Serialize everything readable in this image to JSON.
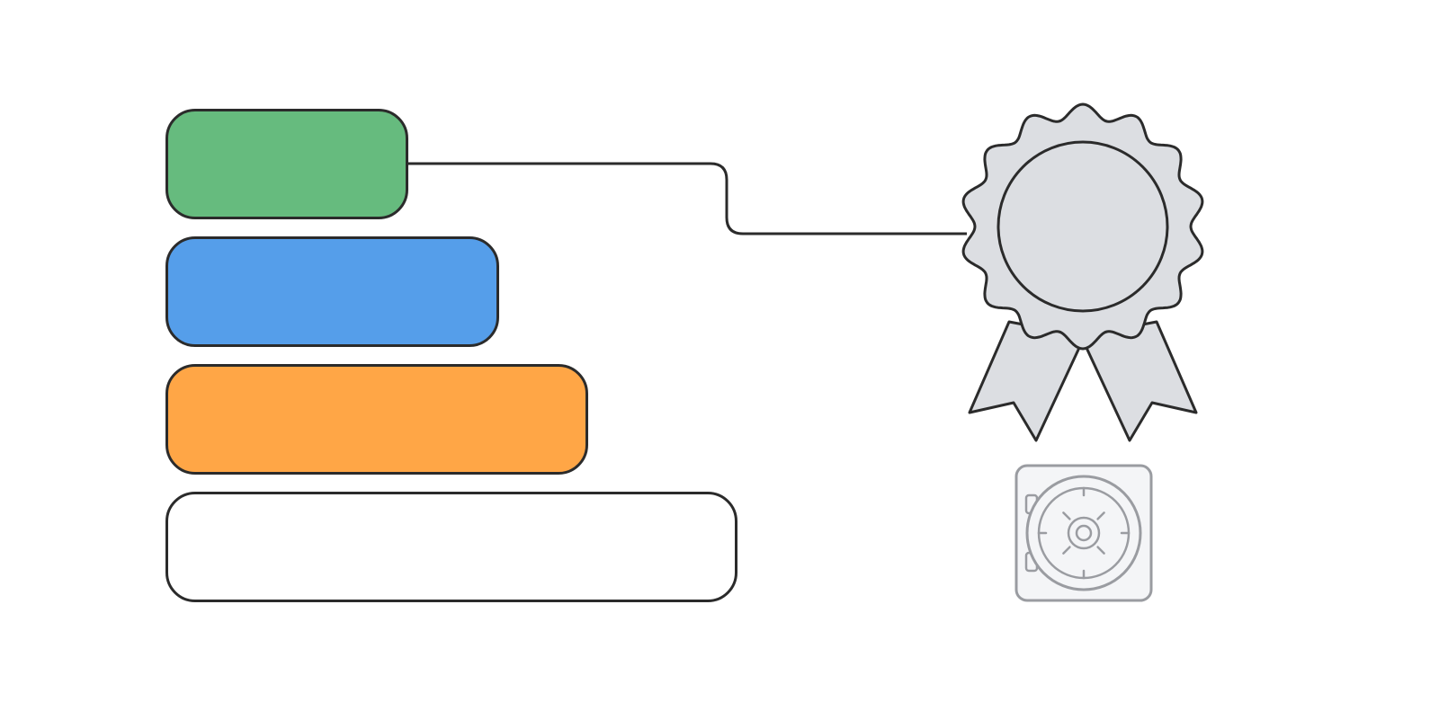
{
  "diagram": {
    "levels": [
      {
        "name": "level-1",
        "fill": "#66bb7e"
      },
      {
        "name": "level-2",
        "fill": "#559eea"
      },
      {
        "name": "level-3",
        "fill": "#ffa646"
      },
      {
        "name": "level-4",
        "fill": "#ffffff"
      }
    ],
    "connector": {
      "from": "level-1",
      "to": "award-badge"
    },
    "icons": {
      "award": "award-ribbon-icon",
      "vault": "vault-safe-icon"
    },
    "colors": {
      "outline": "#2b2b2b",
      "badge_fill": "#dcdee2",
      "vault_stroke": "#9a9ca1",
      "vault_fill": "#f4f5f7"
    }
  }
}
